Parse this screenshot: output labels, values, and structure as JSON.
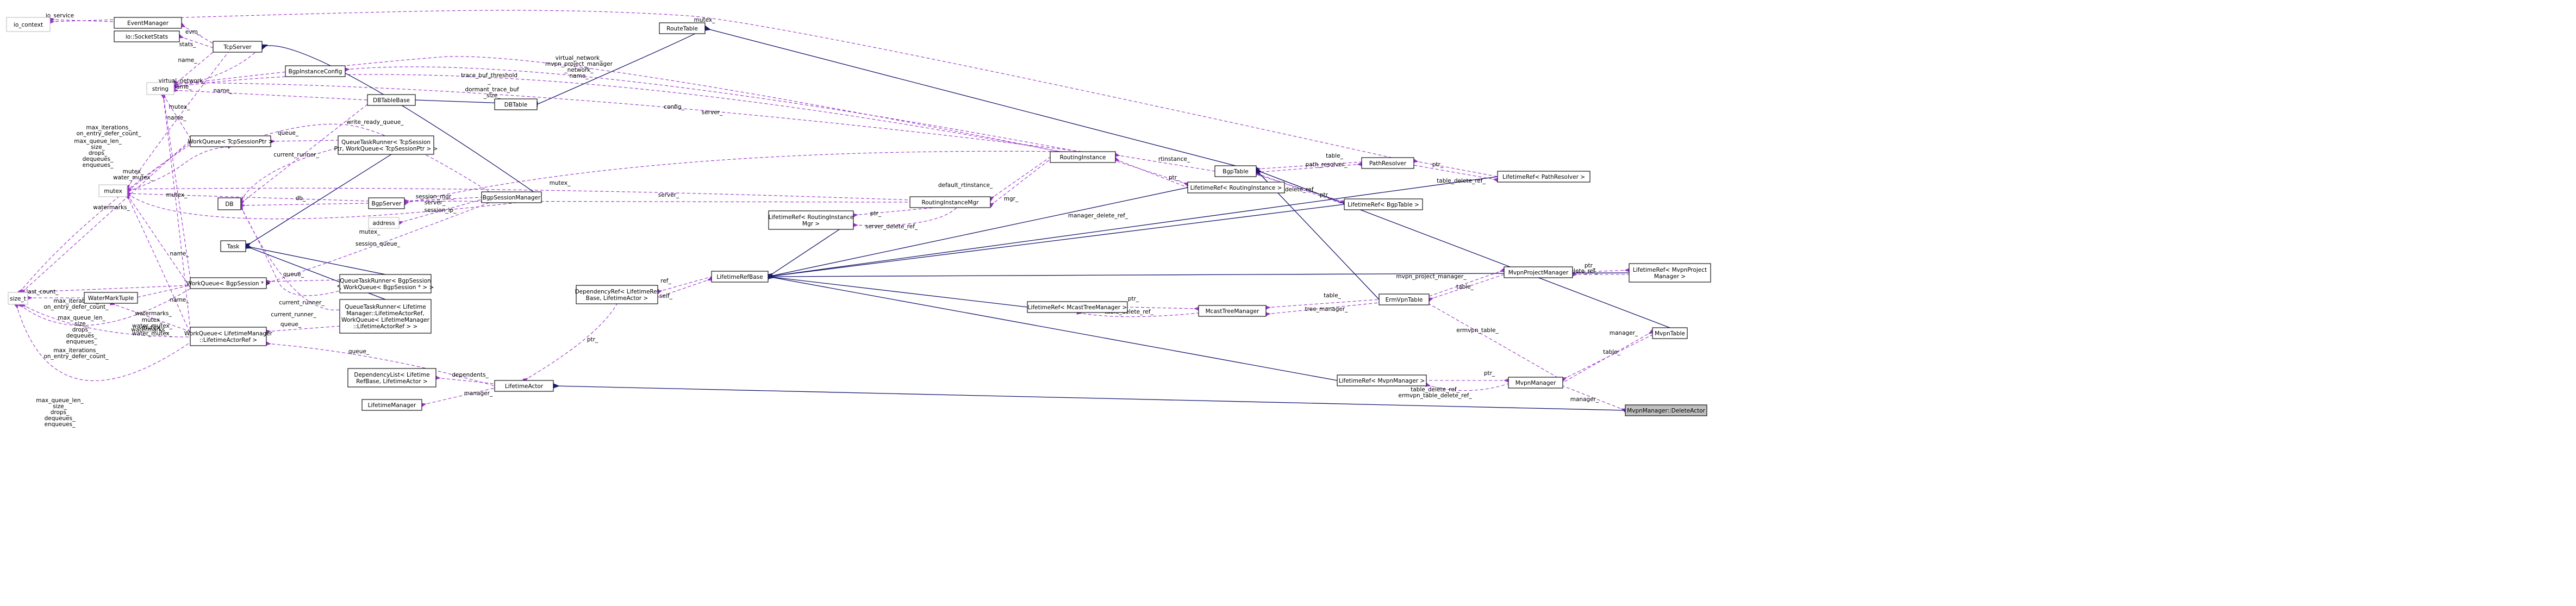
{
  "diagram": {
    "colors": {
      "usage_edge": "#9a32cd",
      "inheritance_edge": "#191970",
      "focus_fill": "#bfbfbf",
      "external_border": "#c0c0c0"
    },
    "nodes": {
      "io_context": [
        "io_context"
      ],
      "EventManager": [
        "EventManager"
      ],
      "SocketStats": [
        "io::SocketStats"
      ],
      "TcpServer": [
        "TcpServer"
      ],
      "string": [
        "string"
      ],
      "BgpInstanceConfig": [
        "BgpInstanceConfig"
      ],
      "RouteTable": [
        "RouteTable"
      ],
      "DBTable": [
        "DBTable"
      ],
      "DBTableBase": [
        "DBTableBase"
      ],
      "WorkQueueTcp": [
        "WorkQueue< TcpSessionPtr >"
      ],
      "QTRTcp": [
        "QueueTaskRunner< TcpSession",
        "Ptr, WorkQueue< TcpSessionPtr > >"
      ],
      "mutex": [
        "mutex"
      ],
      "DB": [
        "DB"
      ],
      "BgpServer": [
        "BgpServer"
      ],
      "BgpSessionManager": [
        "BgpSessionManager"
      ],
      "address": [
        "address"
      ],
      "Task": [
        "Task"
      ],
      "WorkQueueBgp": [
        "WorkQueue< BgpSession * >"
      ],
      "QTRBgp": [
        "QueueTaskRunner< BgpSession",
        "*, WorkQueue< BgpSession * > >"
      ],
      "QTRLifetime": [
        "QueueTaskRunner< Lifetime",
        "Manager::LifetimeActorRef,",
        "WorkQueue< LifetimeManager",
        "::LifetimeActorRef > >"
      ],
      "size_t": [
        "size_t"
      ],
      "WaterMarkTuple": [
        "WaterMarkTuple"
      ],
      "WorkQueueLifetime": [
        "WorkQueue< LifetimeManager",
        "::LifetimeActorRef >"
      ],
      "DependencyList": [
        "DependencyList< Lifetime",
        "RefBase, LifetimeActor >"
      ],
      "LifetimeManager": [
        "LifetimeManager"
      ],
      "LifetimeActor": [
        "LifetimeActor"
      ],
      "DependencyRef": [
        "DependencyRef< LifetimeRef",
        "Base, LifetimeActor >"
      ],
      "LifetimeRefBase": [
        "LifetimeRefBase"
      ],
      "RoutingInstanceMgr": [
        "RoutingInstanceMgr"
      ],
      "LRRoutingInstanceMgr": [
        "LifetimeRef< RoutingInstance",
        "Mgr >"
      ],
      "RoutingInstance": [
        "RoutingInstance"
      ],
      "LRRoutingInstance": [
        "LifetimeRef< RoutingInstance >"
      ],
      "LRMcastTreeManager": [
        "LifetimeRef< McastTreeManager >"
      ],
      "McastTreeManager": [
        "McastTreeManager"
      ],
      "LRMvpnManager": [
        "LifetimeRef< MvpnManager >"
      ],
      "BgpTable": [
        "BgpTable"
      ],
      "PathResolver": [
        "PathResolver"
      ],
      "LRPathResolver": [
        "LifetimeRef< PathResolver >"
      ],
      "LRBgpTable": [
        "LifetimeRef< BgpTable >"
      ],
      "ErmVpnTable": [
        "ErmVpnTable"
      ],
      "MvpnProjectManager": [
        "MvpnProjectManager"
      ],
      "LRMvpnProjectManager": [
        "LifetimeRef< MvpnProject",
        "Manager >"
      ],
      "MvpnTable": [
        "MvpnTable"
      ],
      "MvpnManager": [
        "MvpnManager"
      ],
      "DeleteActor": [
        "MvpnManager::DeleteActor"
      ]
    },
    "edge_labels": {
      "io_service": [
        "io_service"
      ],
      "evm": [
        "evm_"
      ],
      "stats": [
        "stats_"
      ],
      "name_tcp": [
        "name_"
      ],
      "vn_names": [
        "virtual_network_",
        "name_"
      ],
      "mutex_tcp": [
        "mutex_"
      ],
      "name_dbtb": [
        "name_"
      ],
      "mutex_wq": [
        "mutex_",
        "water_mutex_"
      ],
      "name_wq": [
        "name_"
      ],
      "maxiter_tcp": [
        "max_iterations_",
        "on_entry_defer_count_"
      ],
      "maxq_tcp": [
        "max_queue_len_",
        "size_",
        "drops_",
        "dequeues_",
        "enqueues_"
      ],
      "queue_tcp": [
        "queue_"
      ],
      "db": [
        "db_"
      ],
      "current_runner_tcp": [
        "current_runner_"
      ],
      "watermarks_tcp": [
        "watermarks_"
      ],
      "write_ready_queue": [
        "write_ready_queue_"
      ],
      "trace_buf": [
        "trace_buf_threshold",
        "_"
      ],
      "dormant_trace": [
        "dormant_trace_buf",
        "_size_"
      ],
      "config": [
        "config_"
      ],
      "mutex_rt": [
        "mutex_"
      ],
      "vn_mvpn": [
        "virtual_network_",
        "mvpn_project_manager",
        "_network_",
        "name_"
      ],
      "server_ri": [
        "server_"
      ],
      "mutex_rim": [
        "mutex_"
      ],
      "server_rim": [
        "server_"
      ],
      "default_rtinstance": [
        "default_rtinstance_"
      ],
      "mgr": [
        "mgr_"
      ],
      "ptr_rim": [
        "ptr_"
      ],
      "server_delete_ref": [
        "server_delete_ref_"
      ],
      "manager_delete_ref": [
        "manager_delete_ref_"
      ],
      "ptr_ri": [
        "ptr_"
      ],
      "rtinstance": [
        "rtinstance_"
      ],
      "table_pr": [
        "table_"
      ],
      "path_resolver": [
        "path_resolver_"
      ],
      "instance_delete_ref": [
        "instance_delete_ref_"
      ],
      "ptr_lrbt": [
        "ptr_"
      ],
      "ptr_lrpr": [
        "ptr_"
      ],
      "table_delete_ref_pr": [
        "table_delete_ref_"
      ],
      "db_server": [
        "db_"
      ],
      "mutex_bgpserver": [
        "mutex_"
      ],
      "session_mgr": [
        "session_mgr_",
        "server_"
      ],
      "session_ip": [
        "session_ip_"
      ],
      "session_queue": [
        "session_queue_"
      ],
      "mutex_task": [
        "mutex_"
      ],
      "name_bgp": [
        "name_"
      ],
      "queue_bgp": [
        "queue_"
      ],
      "current_runner_bgp": [
        "current_runner_"
      ],
      "last_count": [
        "last_count_"
      ],
      "maxiter_bgp": [
        "max_iterations_",
        "on_entry_defer_count_"
      ],
      "watermarks_bgp": [
        "watermarks_"
      ],
      "mutex_bgp2": [
        "mutex_",
        "water_mutex_"
      ],
      "maxq_bgp": [
        "max_queue_len_",
        "size_",
        "drops_",
        "dequeues_",
        "enqueues_"
      ],
      "watermarks_lt": [
        "watermarks_"
      ],
      "mutex_lt": [
        "mutex_",
        "water_mutex_"
      ],
      "name_lt": [
        "name_"
      ],
      "maxiter_lt": [
        "max_iterations_",
        "on_entry_defer_count_"
      ],
      "maxq_lt": [
        "max_queue_len_",
        "size_",
        "drops_",
        "dequeues_",
        "enqueues_"
      ],
      "queue_lt": [
        "queue_"
      ],
      "current_runner_lt": [
        "current_runner_"
      ],
      "queue_lt2": [
        "queue_"
      ],
      "dependents": [
        "dependents_"
      ],
      "manager_la": [
        "manager_"
      ],
      "ref": [
        "ref_"
      ],
      "self": [
        "self_"
      ],
      "ptr_dep": [
        "ptr_"
      ],
      "ptr_mcast": [
        "ptr_"
      ],
      "table_delete_ref_mcast": [
        "table_delete_ref_"
      ],
      "table_mcast": [
        "table_"
      ],
      "tree_manager": [
        "tree_manager_"
      ],
      "ptr_mvpnpm": [
        "ptr_"
      ],
      "table_delete_ref_mvpnpm": [
        "table_delete_ref_"
      ],
      "table_erm": [
        "table_"
      ],
      "mvpn_project_manager": [
        "mvpn_project_manager_"
      ],
      "ermvpn_table": [
        "ermvpn_table_"
      ],
      "ptr_mvpn": [
        "ptr_"
      ],
      "table_delete_ref_mvpn": [
        "table_delete_ref_",
        "ermvpn_table_delete_ref_"
      ],
      "manager_mvpn": [
        "manager_"
      ],
      "table_mvpn": [
        "table_"
      ],
      "manager_del": [
        "manager_"
      ],
      "mutex_top": [
        "mutex_"
      ]
    }
  }
}
